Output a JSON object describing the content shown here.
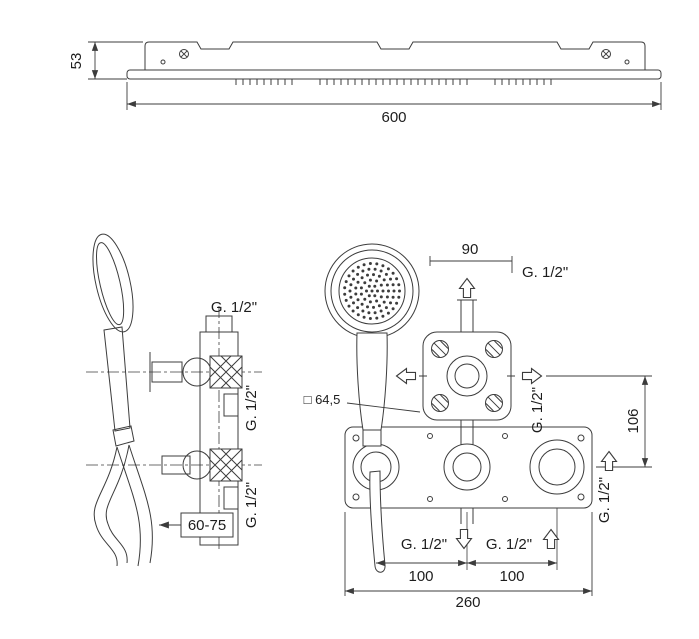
{
  "colors": {
    "background": "#ffffff",
    "line": "#3c3c3c",
    "text": "#1d1d1d"
  },
  "top_view": {
    "height": "53",
    "width": "600"
  },
  "left_view": {
    "top_connection": "G. 1/2\"",
    "middle_connection": "G. 1/2\"",
    "bottom_connection": "G. 1/2\"",
    "mounting_depth_range": "60-75"
  },
  "right_view": {
    "top_offset": "90",
    "top_connection": "G. 1/2\"",
    "plate_size": "□ 64,5",
    "side_connection": "G. 1/2\"",
    "vertical_offset": "106",
    "right_connection": "G. 1/2\"",
    "bottom_left_connection": "G. 1/2\"",
    "bottom_right_connection": "G. 1/2\"",
    "spacing_left": "100",
    "spacing_right": "100",
    "total_width": "260"
  }
}
